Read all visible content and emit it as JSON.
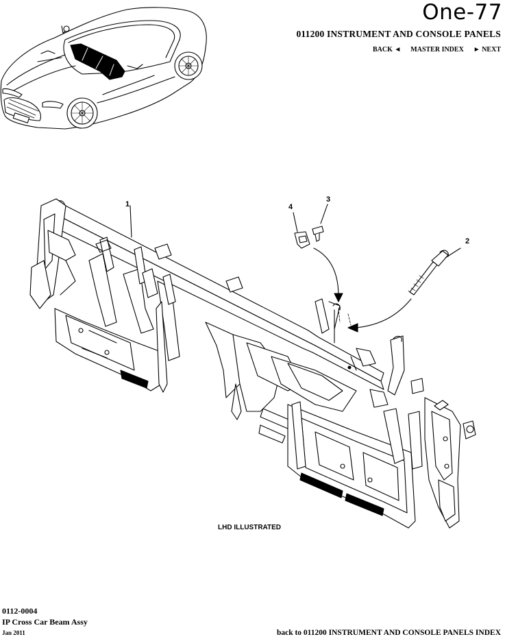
{
  "header": {
    "model": "One-77",
    "section": "011200 INSTRUMENT AND CONSOLE PANELS",
    "nav": {
      "back": "BACK",
      "master_index": "MASTER INDEX",
      "next": "NEXT"
    }
  },
  "callouts": [
    "1",
    "2",
    "3",
    "4"
  ],
  "caption": "LHD ILLUSTRATED",
  "footer": {
    "doc_id": "0112-0004",
    "doc_name": "IP Cross Car Beam Assy",
    "date": "Jan 2011",
    "back_link": "back to 011200 INSTRUMENT AND CONSOLE PANELS INDEX"
  }
}
